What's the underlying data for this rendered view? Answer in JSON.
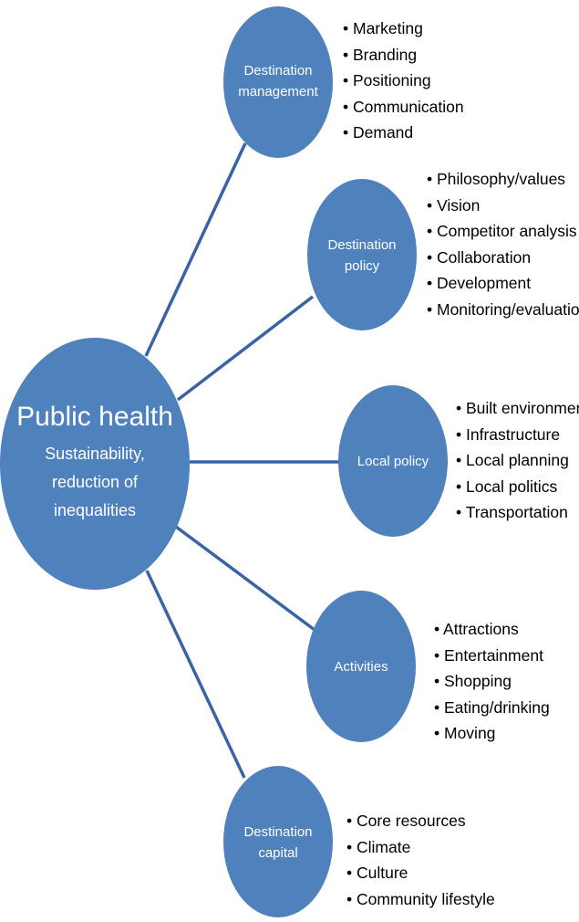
{
  "colors": {
    "node": "#4f81bd",
    "connector": "#3a63a5",
    "text_on_node": "#ffffff",
    "bullet_text": "#000000"
  },
  "center": {
    "title": "Public health",
    "subtitle_lines": [
      "Sustainability,",
      "reduction of",
      "inequalities"
    ]
  },
  "nodes": [
    {
      "label_lines": [
        "Destination",
        "management"
      ],
      "items": [
        "Marketing",
        "Branding",
        "Positioning",
        "Communication",
        "Demand"
      ]
    },
    {
      "label_lines": [
        "Destination",
        "policy"
      ],
      "items": [
        "Philosophy/values",
        "Vision",
        "Competitor analysis",
        "Collaboration",
        "Development",
        "Monitoring/evaluation"
      ]
    },
    {
      "label_lines": [
        "Local policy"
      ],
      "items": [
        "Built environment",
        "Infrastructure",
        "Local planning",
        "Local politics",
        "Transportation"
      ]
    },
    {
      "label_lines": [
        "Activities"
      ],
      "items": [
        "Attractions",
        "Entertainment",
        "Shopping",
        "Eating/drinking",
        "Moving"
      ]
    },
    {
      "label_lines": [
        "Destination",
        "capital"
      ],
      "items": [
        "Core resources",
        "Climate",
        "Culture",
        "Community lifestyle"
      ]
    }
  ]
}
